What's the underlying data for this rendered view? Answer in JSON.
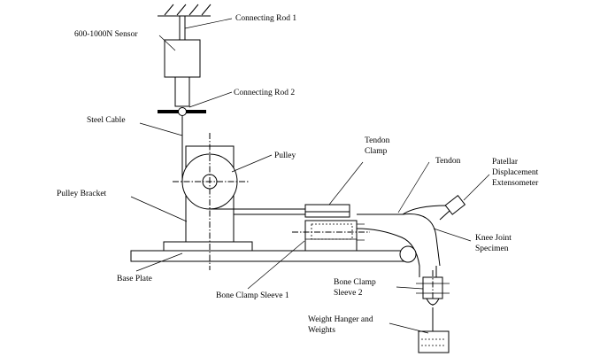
{
  "labels": {
    "connecting_rod_1": "Connecting Rod 1",
    "sensor": "600-1000N Sensor",
    "connecting_rod_2": "Connecting Rod 2",
    "steel_cable": "Steel Cable",
    "pulley": "Pulley",
    "tendon_clamp": [
      "Tendon",
      "Clamp"
    ],
    "tendon": "Tendon",
    "patellar": [
      "Patellar",
      "Displacement",
      "Extensometer"
    ],
    "pulley_bracket": "Pulley Bracket",
    "knee_joint": [
      "Knee Joint",
      "Specimen"
    ],
    "base_plate": "Base Plate",
    "bone_clamp_sleeve_1": "Bone Clamp Sleeve 1",
    "bone_clamp_sleeve_2": [
      "Bone Clamp",
      "Sleeve 2"
    ],
    "weight_hanger": [
      "Weight Hanger and",
      "Weights"
    ]
  }
}
